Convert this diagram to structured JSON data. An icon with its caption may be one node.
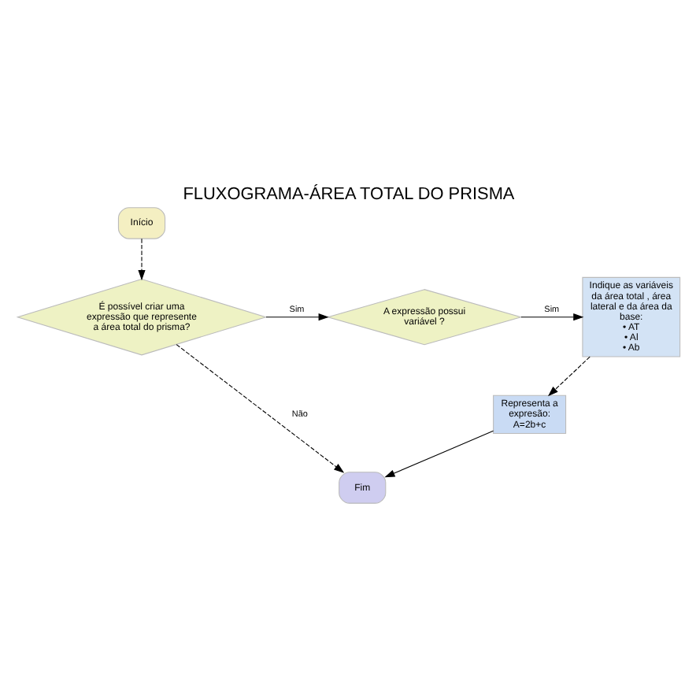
{
  "diagram": {
    "title": "FLUXOGRAMA-ÁREA TOTAL DO PRISMA",
    "nodes": [
      {
        "text": [
          "Início"
        ]
      },
      {
        "text": [
          "É possível criar uma expressão que represente a área total do prisma?"
        ]
      },
      {
        "text": [
          "A expressão possui variável ?"
        ]
      },
      {
        "text": [
          "Indique as variáveis da área total , área lateral e da área da base:",
          "• AT",
          "• Al",
          "• Ab"
        ]
      },
      {
        "text": [
          "Fim"
        ]
      },
      {
        "text": [
          "Representa a expresão:",
          "A=2b+c"
        ]
      }
    ],
    "edges": [
      {
        "from": 0,
        "to": 1,
        "arrow": "to",
        "style": "dashed"
      },
      {
        "from": 1,
        "to": 2,
        "arrow": "to",
        "label": "Sim"
      },
      {
        "from": 2,
        "to": 3,
        "arrow": "to",
        "label": "Sim"
      },
      {
        "from": 1,
        "to": 4,
        "arrow": "to",
        "label": "Não",
        "style": "dashed"
      },
      {
        "from": 3,
        "to": 5,
        "arrow": "to",
        "style": "dashed"
      },
      {
        "from": 5,
        "to": 4,
        "arrow": "to"
      }
    ]
  }
}
